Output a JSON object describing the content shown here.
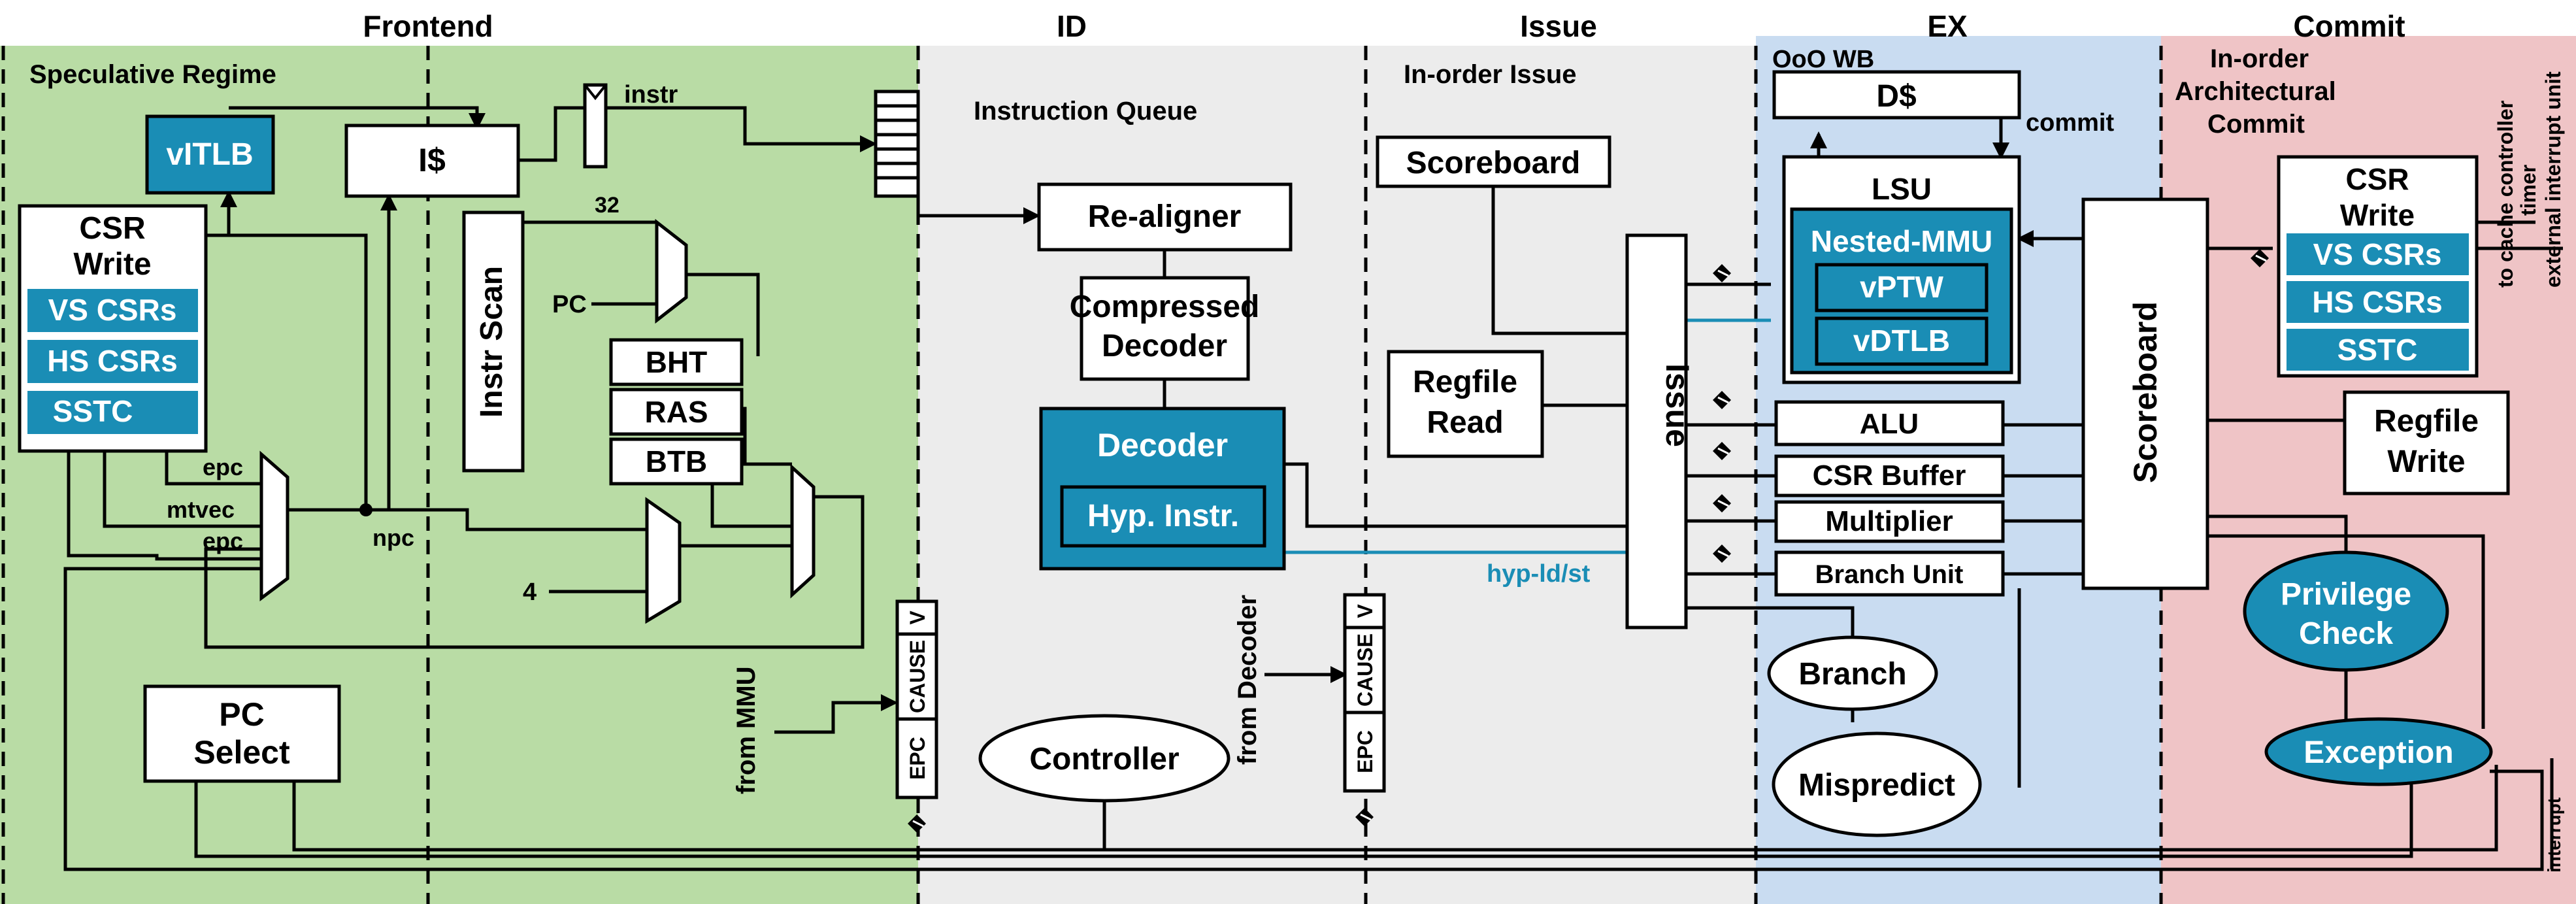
{
  "colors": {
    "frontend_bg": "#b9dca5",
    "id_bg": "#ececec",
    "ex_bg": "#c9dcf1",
    "commit_bg": "#efc4c6",
    "accent": "#1a8db5"
  },
  "stages": {
    "frontend": "Frontend",
    "id": "ID",
    "issue": "Issue",
    "ex": "EX",
    "commit": "Commit"
  },
  "regions": {
    "speculative": "Speculative Regime",
    "inorder_issue": "In-order Issue",
    "ooo_wb": "OoO WB",
    "inorder_commit_1": "In-order",
    "inorder_commit_2": "Architectural",
    "inorder_commit_3": "Commit"
  },
  "frontend": {
    "vitlb": "vITLB",
    "icache": "I$",
    "csr_write_1": "CSR",
    "csr_write_2": "Write",
    "vs_csrs": "VS CSRs",
    "hs_csrs": "HS CSRs",
    "sstc": "SSTC",
    "instr": "instr",
    "bus_width": "32",
    "instr_scan": "Instr Scan",
    "pc": "PC",
    "bht": "BHT",
    "ras": "RAS",
    "btb": "BTB",
    "epc_top": "epc",
    "mtvec": "mtvec",
    "epc_bottom": "epc",
    "npc": "npc",
    "four": "4",
    "pc_select_1": "PC",
    "pc_select_2": "Select",
    "from_mmu": "from MMU",
    "reg_v": "V",
    "reg_cause": "CAUSE",
    "reg_epc": "EPC"
  },
  "id": {
    "instruction_queue": "Instruction Queue",
    "realigner": "Re-aligner",
    "compressed_1": "Compressed",
    "compressed_2": "Decoder",
    "decoder": "Decoder",
    "hyp_instr": "Hyp. Instr.",
    "from_decoder": "from Decoder",
    "controller": "Controller",
    "reg_v": "V",
    "reg_cause": "CAUSE",
    "reg_epc": "EPC"
  },
  "issue": {
    "scoreboard": "Scoreboard",
    "regfile_read_1": "Regfile",
    "regfile_read_2": "Read",
    "issue": "Issue",
    "hyp_ldst": "hyp-ld/st"
  },
  "ex": {
    "dcache": "D$",
    "commit": "commit",
    "lsu": "LSU",
    "nested_mmu": "Nested-MMU",
    "vptw": "vPTW",
    "vdtlb": "vDTLB",
    "alu": "ALU",
    "csr_buffer": "CSR Buffer",
    "multiplier": "Multiplier",
    "branch_unit": "Branch Unit",
    "branch": "Branch",
    "mispredict": "Mispredict"
  },
  "commit": {
    "scoreboard": "Scoreboard",
    "csr_write_1": "CSR",
    "csr_write_2": "Write",
    "vs_csrs": "VS CSRs",
    "hs_csrs": "HS CSRs",
    "sstc": "SSTC",
    "to_cache_controller": "to cache controller",
    "timer": "timer",
    "external_interrupt": "external interrupt unit",
    "regfile_write_1": "Regfile",
    "regfile_write_2": "Write",
    "privilege_1": "Privilege",
    "privilege_2": "Check",
    "exception": "Exception",
    "interrupt": "interrupt"
  }
}
